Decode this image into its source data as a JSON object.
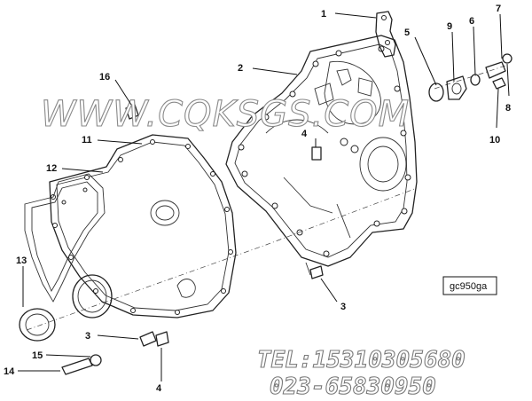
{
  "watermark": "WWW.CQKSGS.COM",
  "reference_code": "gc950ga",
  "contact": {
    "tel": "TEL:15310305680",
    "phone": "023-65830950"
  },
  "callouts": [
    {
      "id": "c1",
      "label": "1"
    },
    {
      "id": "c2",
      "label": "2"
    },
    {
      "id": "c3a",
      "label": "3"
    },
    {
      "id": "c3b",
      "label": "3"
    },
    {
      "id": "c4a",
      "label": "4"
    },
    {
      "id": "c4b",
      "label": "4"
    },
    {
      "id": "c5",
      "label": "5"
    },
    {
      "id": "c6",
      "label": "6"
    },
    {
      "id": "c7",
      "label": "7"
    },
    {
      "id": "c8",
      "label": "8"
    },
    {
      "id": "c9",
      "label": "9"
    },
    {
      "id": "c10",
      "label": "10"
    },
    {
      "id": "c11",
      "label": "11"
    },
    {
      "id": "c12",
      "label": "12"
    },
    {
      "id": "c13",
      "label": "13"
    },
    {
      "id": "c14",
      "label": "14"
    },
    {
      "id": "c15",
      "label": "15"
    },
    {
      "id": "c16",
      "label": "16"
    }
  ]
}
